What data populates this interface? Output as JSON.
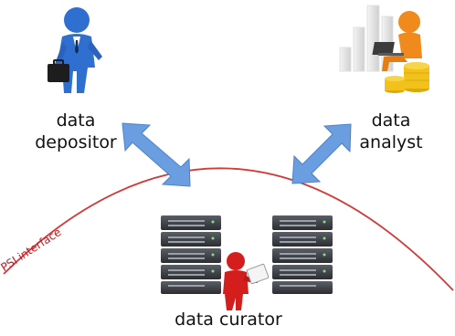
{
  "actors": {
    "depositor": {
      "line1": "data",
      "line2": "depositor",
      "icon": "businessman-with-briefcase-icon"
    },
    "analyst": {
      "line1": "data",
      "line2": "analyst",
      "icon": "analyst-with-laptop-on-coins-icon"
    },
    "curator": {
      "label": "data curator",
      "icon": "curator-with-clipboard-icon"
    }
  },
  "boundary": {
    "label": "PSI interface",
    "color": "#d23a3a"
  },
  "colors": {
    "arrow": "#6a9ee0",
    "depositor": "#2f6fd0",
    "analyst": "#f08a1c",
    "curator": "#d41e1e",
    "coins": "#f2c21b",
    "server": "#3a3d42"
  }
}
